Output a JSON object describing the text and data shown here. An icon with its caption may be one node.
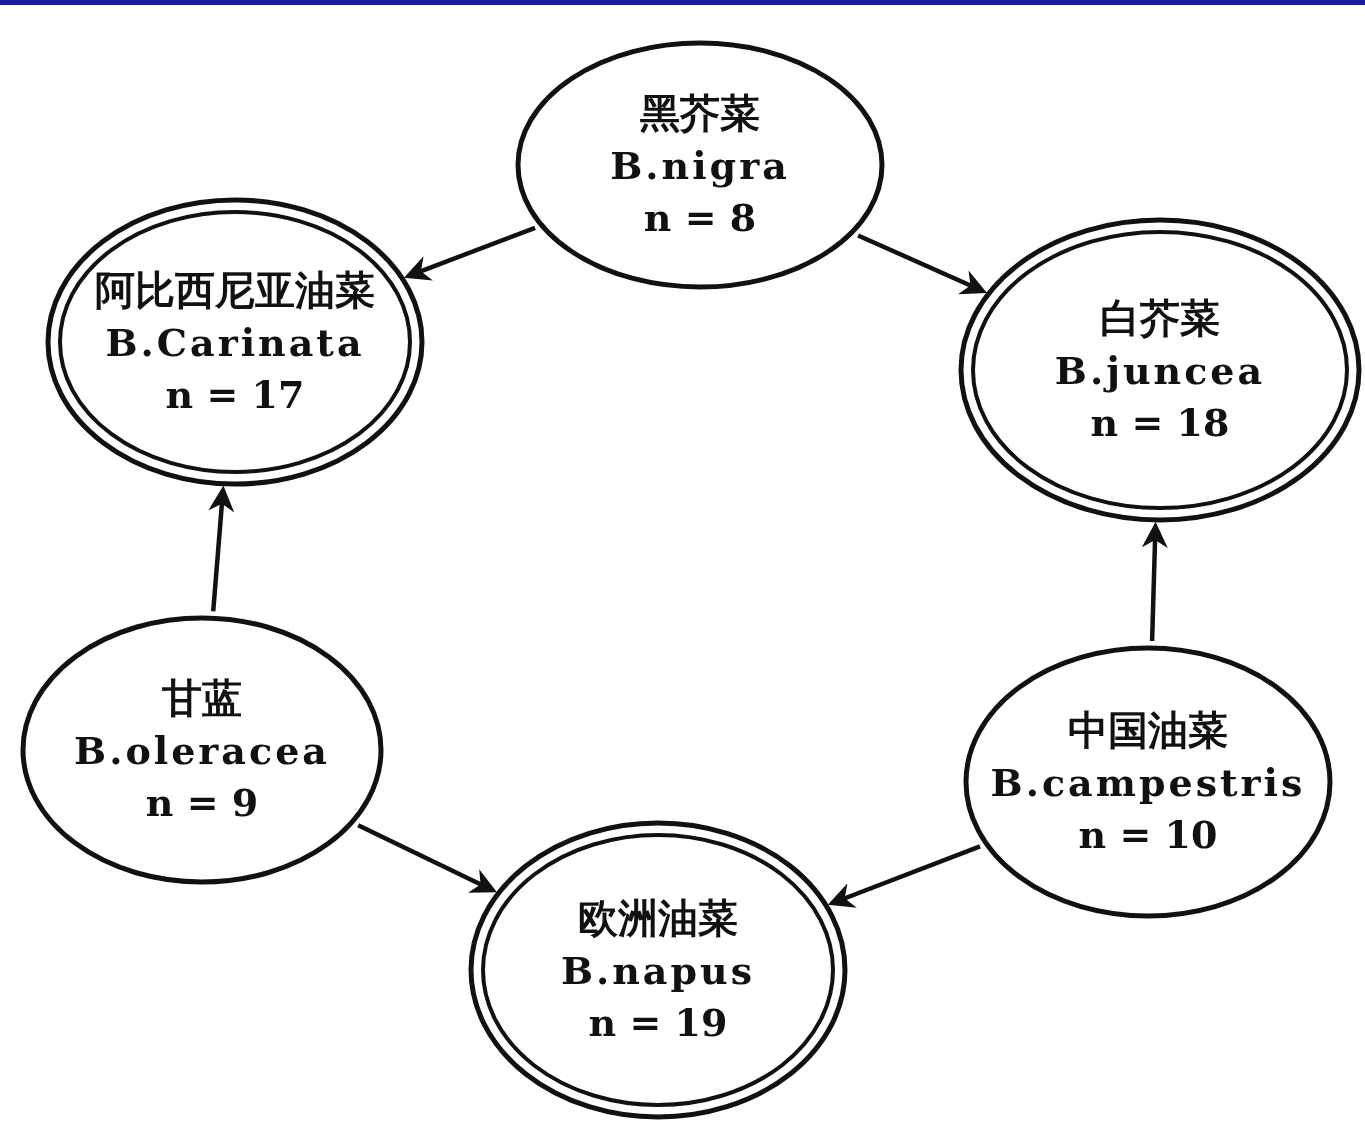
{
  "diagram": {
    "nodes": [
      {
        "text": [
          "黑芥菜",
          "B.nigra",
          "n = 8"
        ]
      },
      {
        "text": [
          "阿比西尼亚油菜",
          "B.Carinata",
          "n = 17"
        ]
      },
      {
        "text": [
          "白芥菜",
          "B.juncea",
          "n = 18"
        ]
      },
      {
        "text": [
          "甘蓝",
          "B.oleracea",
          "n = 9"
        ]
      },
      {
        "text": [
          "中国油菜",
          "B.campestris",
          "n = 10"
        ]
      },
      {
        "text": [
          "欧洲油菜",
          "B.napus",
          "n = 19"
        ]
      }
    ],
    "edges": [
      {
        "from": 0,
        "to": 1,
        "arrow": "to"
      },
      {
        "from": 0,
        "to": 2,
        "arrow": "to"
      },
      {
        "from": 3,
        "to": 1,
        "arrow": "to"
      },
      {
        "from": 4,
        "to": 2,
        "arrow": "to"
      },
      {
        "from": 3,
        "to": 5,
        "arrow": "to"
      },
      {
        "from": 4,
        "to": 5,
        "arrow": "to"
      }
    ]
  }
}
